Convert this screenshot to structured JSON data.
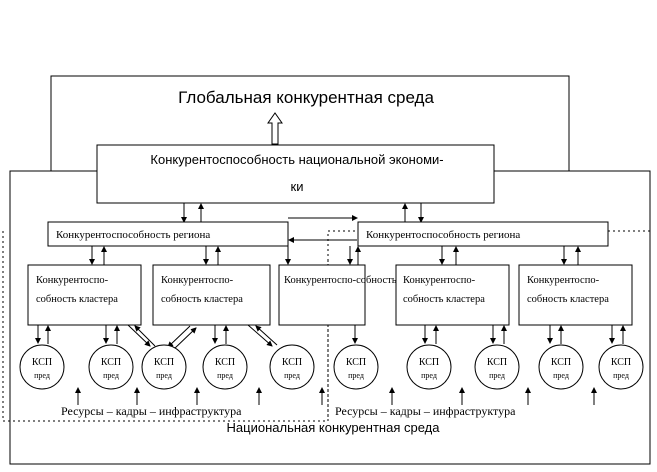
{
  "global_env": "Глобальная конкурентная среда",
  "national_economy": {
    "line1": "Конкурентоспособность национальной экономи-",
    "line2": "ки"
  },
  "regions": [
    "Конкурентоспособность региона",
    "Конкурентоспособность региона"
  ],
  "clusters": [
    {
      "line1": "Конкурентоспо-",
      "line2": "собность кластера"
    },
    {
      "line1": "Конкурентоспо-",
      "line2": "собность кластера"
    },
    {
      "line1": "",
      "line2": "Конкурентоспо-собность кластера"
    },
    {
      "line1": "Конкурентоспо-",
      "line2": "собность кластера"
    },
    {
      "line1": "Конкурентоспо-",
      "line2": "собность кластера"
    }
  ],
  "firms": [
    {
      "l1": "КСП",
      "l2": "пред"
    },
    {
      "l1": "КСП",
      "l2": "пред"
    },
    {
      "l1": "КСП",
      "l2": "пред"
    },
    {
      "l1": "КСП",
      "l2": "пред"
    },
    {
      "l1": "КСП",
      "l2": "пред"
    },
    {
      "l1": "КСП",
      "l2": "пред"
    },
    {
      "l1": "КСП",
      "l2": "пред"
    },
    {
      "l1": "КСП",
      "l2": "пред"
    },
    {
      "l1": "КСП",
      "l2": "пред"
    },
    {
      "l1": "КСП",
      "l2": "пред"
    }
  ],
  "resources": [
    "Ресурсы – кадры – инфраструктура",
    "Ресурсы – кадры – инфраструктура"
  ],
  "national_env": "Национальная конкурентная среда"
}
